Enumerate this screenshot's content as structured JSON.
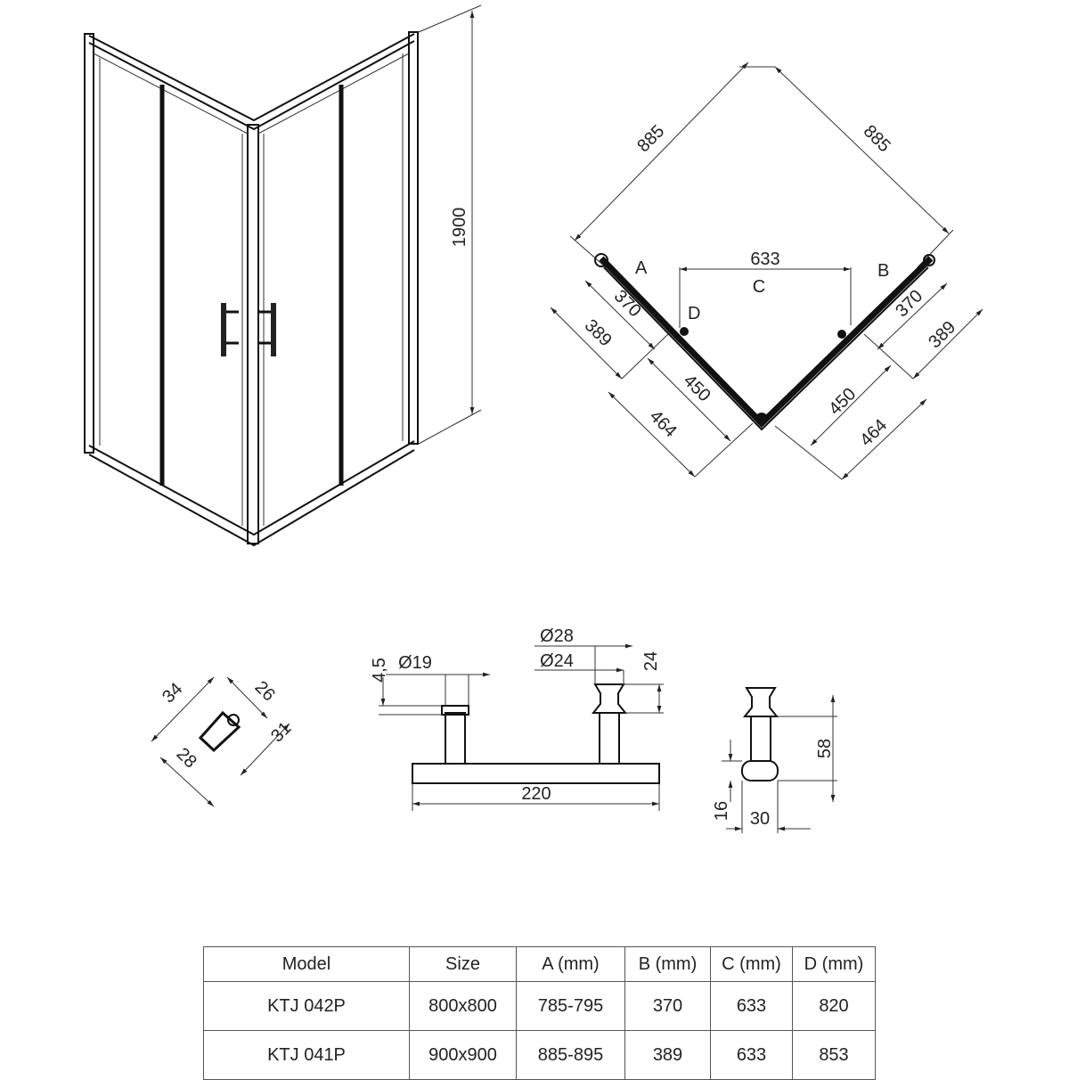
{
  "perspective": {
    "height_label": "1900"
  },
  "plan": {
    "width_left": "885",
    "width_right": "885",
    "label_a": "A",
    "label_b": "B",
    "label_c": "C",
    "label_d": "D",
    "c_dim": "633",
    "left_370": "370",
    "left_389": "389",
    "left_450": "450",
    "left_464": "464",
    "right_370": "370",
    "right_389": "389",
    "right_450": "450",
    "right_464": "464"
  },
  "profile": {
    "d34": "34",
    "d26": "26",
    "d31": "31",
    "d28": "28"
  },
  "handle": {
    "d45": "4,5",
    "d19": "Ø19",
    "d28": "Ø28",
    "d24": "Ø24",
    "h24": "24",
    "len": "220"
  },
  "handle_side": {
    "h58": "58",
    "h16": "16",
    "w30": "30"
  },
  "table": {
    "headers": [
      "Model",
      "Size",
      "A (mm)",
      "B (mm)",
      "C (mm)",
      "D (mm)"
    ],
    "rows": [
      [
        "KTJ 042P",
        "800x800",
        "785-795",
        "370",
        "633",
        "820"
      ],
      [
        "KTJ 041P",
        "900x900",
        "885-895",
        "389",
        "633",
        "853"
      ]
    ]
  }
}
